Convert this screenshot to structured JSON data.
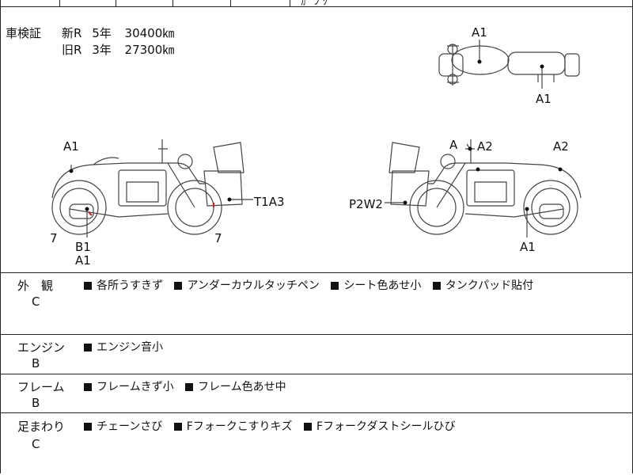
{
  "top_fragment": "ｶﾞ ﾝ ｸﾞ",
  "inspection": {
    "label": "車検証",
    "new": {
      "kind": "新R",
      "years": "5年",
      "km": "30400㎞"
    },
    "old": {
      "kind": "旧R",
      "years": "3年",
      "km": "27300㎞"
    }
  },
  "marks": {
    "top_a1_upper": "A1",
    "top_a1_lower": "A1",
    "left_a1": "A1",
    "left_t1a3": "T1A3",
    "left_7_front": "7",
    "left_7_rear": "7",
    "left_b1": "B1",
    "left_a1_bottom": "A1",
    "right_a": "A",
    "right_a2_tank": "A2",
    "right_a2_seat": "A2",
    "right_p2w2": "P2W2",
    "right_a1_bottom": "A1"
  },
  "sections": [
    {
      "title": "外　観",
      "grade": "C",
      "notes": [
        "各所うすきず",
        "アンダーカウルタッチペン",
        "シート色あせ小",
        "タンクパッド貼付"
      ]
    },
    {
      "title": "エンジン",
      "grade": "B",
      "notes": [
        "エンジン音小"
      ]
    },
    {
      "title": "フレーム",
      "grade": "B",
      "notes": [
        "フレームきず小",
        "フレーム色あせ中"
      ]
    },
    {
      "title": "足まわり",
      "grade": "C",
      "notes": [
        "チェーンさび",
        "Fフォークこすりキズ",
        "Fフォークダストシールひび"
      ]
    }
  ],
  "colors": {
    "line": "#222222",
    "accent_red": "#d11a1a"
  }
}
